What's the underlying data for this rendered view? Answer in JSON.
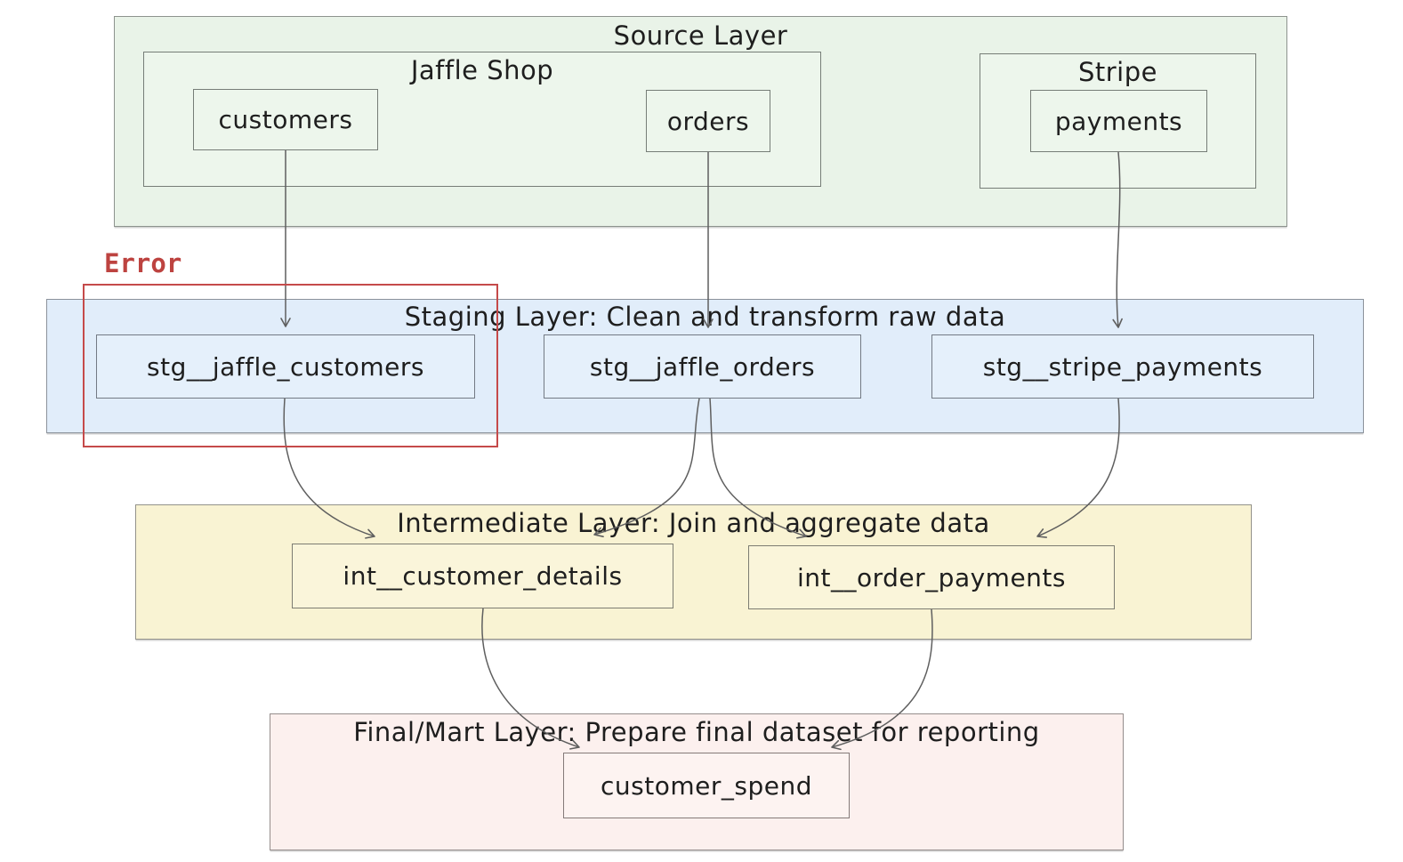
{
  "diagram_type": "dbt data pipeline lineage diagram",
  "colors": {
    "source_fill": "#e9f3e8",
    "staging_fill": "#e1edfa",
    "intermediate_fill": "#f9f3d3",
    "final_fill": "#fcf0ee",
    "error_red": "#c54a4a",
    "box_stroke": "#8a8a8a",
    "arrow_stroke": "#5f5f5f",
    "text_color": "#1e1e1e"
  },
  "source_layer": {
    "title": "Source Layer",
    "groups": [
      {
        "title": "Jaffle Shop",
        "nodes": [
          {
            "label": "customers"
          },
          {
            "label": "orders"
          }
        ]
      },
      {
        "title": "Stripe",
        "nodes": [
          {
            "label": "payments"
          }
        ]
      }
    ]
  },
  "staging_layer": {
    "title": "Staging Layer: Clean and transform raw data",
    "nodes": [
      {
        "label": "stg__jaffle_customers"
      },
      {
        "label": "stg__jaffle_orders"
      },
      {
        "label": "stg__stripe_payments"
      }
    ]
  },
  "intermediate_layer": {
    "title": "Intermediate Layer: Join and aggregate data",
    "nodes": [
      {
        "label": "int__customer_details"
      },
      {
        "label": "int__order_payments"
      }
    ]
  },
  "final_layer": {
    "title": "Final/Mart Layer: Prepare final dataset for reporting",
    "nodes": [
      {
        "label": "customer_spend"
      }
    ]
  },
  "annotations": {
    "error_label": "Error"
  },
  "edges": [
    {
      "from": "customers",
      "to": "stg__jaffle_customers"
    },
    {
      "from": "orders",
      "to": "stg__jaffle_orders"
    },
    {
      "from": "payments",
      "to": "stg__stripe_payments"
    },
    {
      "from": "stg__jaffle_customers",
      "to": "int__customer_details"
    },
    {
      "from": "stg__jaffle_orders",
      "to": "int__customer_details"
    },
    {
      "from": "stg__jaffle_orders",
      "to": "int__order_payments"
    },
    {
      "from": "stg__stripe_payments",
      "to": "int__order_payments"
    },
    {
      "from": "int__customer_details",
      "to": "customer_spend"
    },
    {
      "from": "int__order_payments",
      "to": "customer_spend"
    }
  ]
}
